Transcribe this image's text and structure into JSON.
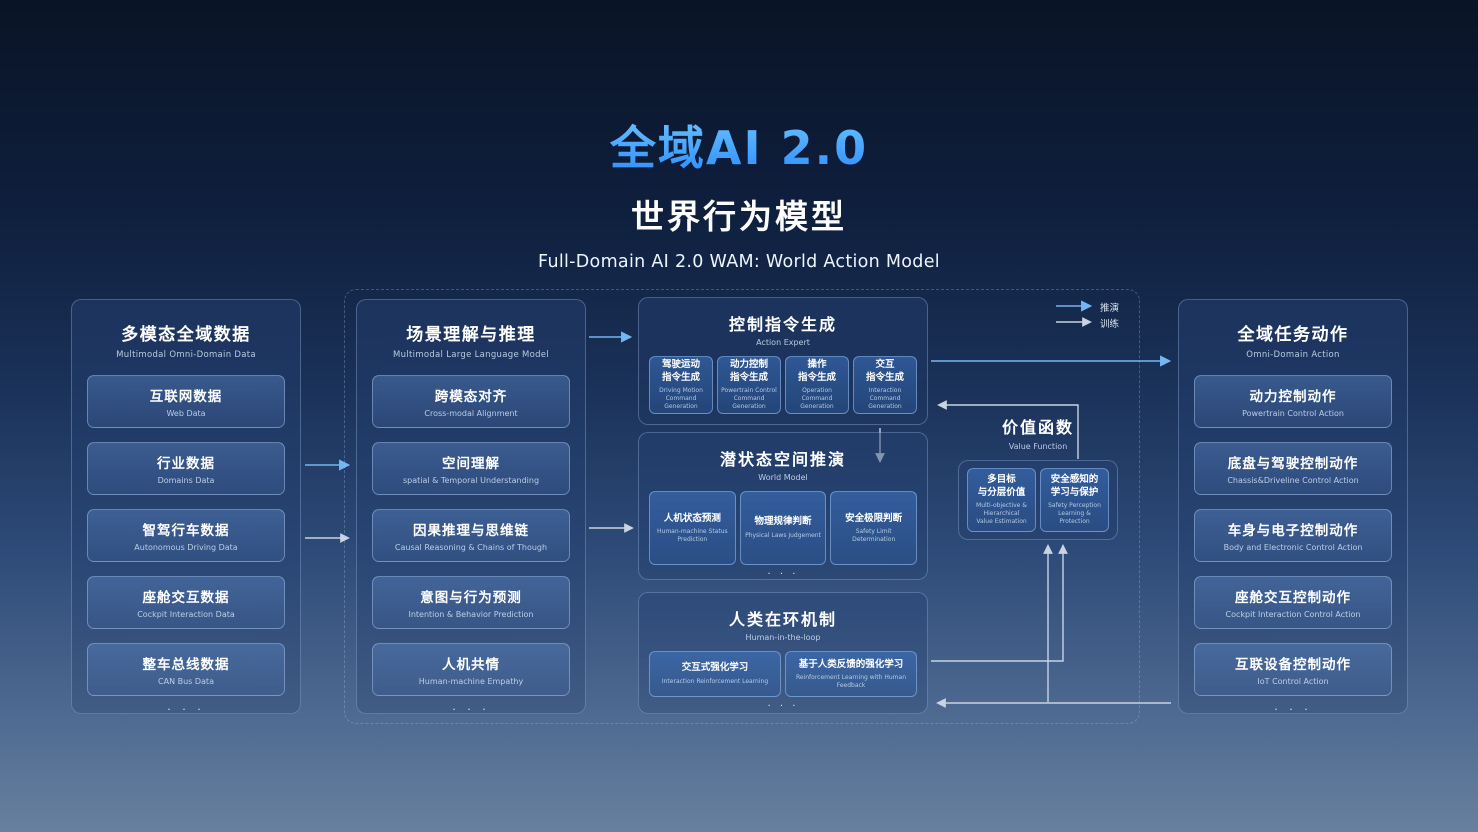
{
  "colors": {
    "title-blue": "#2e8bff",
    "title-blue-light": "#6cc6ff",
    "flow-blue": "#74b6f0",
    "flow-gray": "#c9d3e2",
    "bg-top": "#0a1426",
    "bg-bottom": "#68809f"
  },
  "header": {
    "title": "全域AI 2.0",
    "subtitle_zh": "世界行为模型",
    "subtitle_en": "Full-Domain AI 2.0  WAM: World Action Model"
  },
  "legend": {
    "flow": "推演",
    "train": "训练"
  },
  "panels": {
    "data": {
      "title": "多模态全域数据",
      "subtitle": "Multimodal Omni-Domain Data",
      "items": [
        {
          "zh": "互联网数据",
          "en": "Web Data"
        },
        {
          "zh": "行业数据",
          "en": "Domains Data"
        },
        {
          "zh": "智驾行车数据",
          "en": "Autonomous Driving Data"
        },
        {
          "zh": "座舱交互数据",
          "en": "Cockpit Interaction Data"
        },
        {
          "zh": "整车总线数据",
          "en": "CAN Bus Data"
        }
      ],
      "more": "· · ·"
    },
    "scene": {
      "title": "场景理解与推理",
      "subtitle": "Multimodal Large Language Model",
      "items": [
        {
          "zh": "跨模态对齐",
          "en": "Cross-modal Alignment"
        },
        {
          "zh": "空间理解",
          "en": "spatial & Temporal Understanding"
        },
        {
          "zh": "因果推理与思维链",
          "en": "Causal Reasoning & Chains of Though"
        },
        {
          "zh": "意图与行为预测",
          "en": "Intention & Behavior Prediction"
        },
        {
          "zh": "人机共情",
          "en": "Human-machine Empathy"
        }
      ],
      "more": "· · ·"
    },
    "action_expert": {
      "title": "控制指令生成",
      "subtitle": "Action Expert",
      "items": [
        {
          "zh": "驾驶运动\n指令生成",
          "en": "Driving Motion\nCommand Generation"
        },
        {
          "zh": "动力控制\n指令生成",
          "en": "Powertrain Control\nCommand Generation"
        },
        {
          "zh": "操作\n指令生成",
          "en": "Operation\nCommand Generation"
        },
        {
          "zh": "交互\n指令生成",
          "en": "Interaction\nCommand Generation"
        }
      ]
    },
    "world_model": {
      "title": "潜状态空间推演",
      "subtitle": "World Model",
      "items": [
        {
          "zh": "人机状态预测",
          "en": "Human-machine Status Prediction"
        },
        {
          "zh": "物理规律判断",
          "en": "Physical Laws Judgement"
        },
        {
          "zh": "安全极限判断",
          "en": "Safety Limit Determination"
        }
      ],
      "more": "· · ·"
    },
    "human_loop": {
      "title": "人类在环机制",
      "subtitle": "Human-in-the-loop",
      "items": [
        {
          "zh": "交互式强化学习",
          "en": "Interaction Reinforcement Learning"
        },
        {
          "zh": "基于人类反馈的强化学习",
          "en": "Reinforcement Learning with Human Feedback"
        }
      ],
      "more": "· · ·"
    },
    "value_function": {
      "title": "价值函数",
      "subtitle": "Value Function",
      "items": [
        {
          "zh": "多目标\n与分层价值",
          "en": "Multi-objective & Hierarchical\nValue Estimation"
        },
        {
          "zh": "安全感知的\n学习与保护",
          "en": "Safety Perception\nLearning & Protection"
        }
      ]
    },
    "action": {
      "title": "全域任务动作",
      "subtitle": "Omni-Domain Action",
      "items": [
        {
          "zh": "动力控制动作",
          "en": "Powertrain Control Action"
        },
        {
          "zh": "底盘与驾驶控制动作",
          "en": "Chassis&Driveline Control Action"
        },
        {
          "zh": "车身与电子控制动作",
          "en": "Body and Electronic Control Action"
        },
        {
          "zh": "座舱交互控制动作",
          "en": "Cockpit Interaction Control Action"
        },
        {
          "zh": "互联设备控制动作",
          "en": "IoT Control Action"
        }
      ],
      "more": "· · ·"
    }
  }
}
